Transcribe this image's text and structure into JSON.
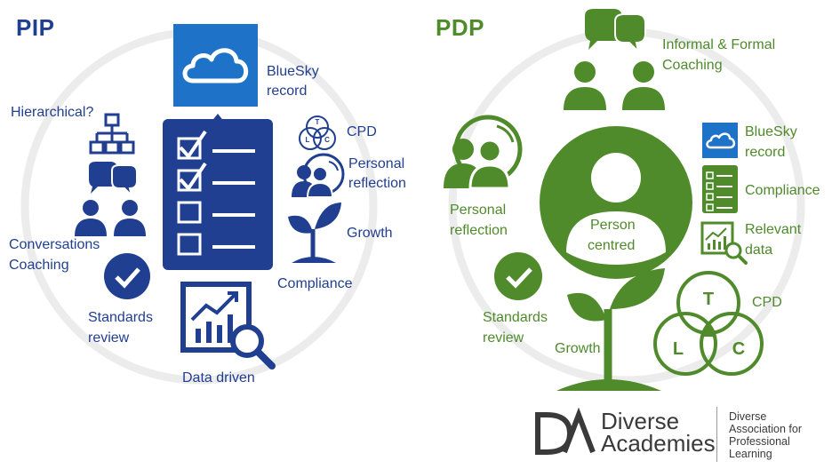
{
  "pip": {
    "title": "PIP",
    "bluesky_line1": "BlueSky",
    "bluesky_line2": "record",
    "hierarchical": "Hierarchical?",
    "cpd": "CPD",
    "cpd_letters": [
      "T",
      "L",
      "C"
    ],
    "personal_line1": "Personal",
    "personal_line2": "reflection",
    "growth": "Growth",
    "conversations_line1": "Conversations",
    "conversations_line2": "Coaching",
    "compliance": "Compliance",
    "standards_line1": "Standards",
    "standards_line2": "review",
    "data_driven": "Data driven"
  },
  "pdp": {
    "title": "PDP",
    "coaching_line1": "Informal & Formal",
    "coaching_line2": "Coaching",
    "bluesky_line1": "BlueSky",
    "bluesky_line2": "record",
    "compliance": "Compliance",
    "relevant_line1": "Relevant",
    "relevant_line2": "data",
    "personal_line1": "Personal",
    "personal_line2": "reflection",
    "person_line1": "Person",
    "person_line2": "centred",
    "standards_line1": "Standards",
    "standards_line2": "review",
    "growth": "Growth",
    "cpd": "CPD",
    "tlc_letters": [
      "T",
      "L",
      "C"
    ]
  },
  "brand": {
    "name_line1": "Diverse",
    "name_line2": "Academies",
    "sub_line1": "Diverse",
    "sub_line2": "Association for",
    "sub_line3": "Professional",
    "sub_line4": "Learning"
  },
  "colors": {
    "pip_primary": "#213f91",
    "bluesky_tile": "#1e73c8",
    "pdp_primary": "#4f8a2b",
    "ring": "#ececec",
    "brand_text": "#3a3a3a"
  },
  "icons": [
    "cloud-icon",
    "hierarchy-icon",
    "chat-bubbles-icon",
    "people-icon",
    "checklist-icon",
    "venn-icon",
    "person-reflection-icon",
    "sprout-icon",
    "check-circle-icon",
    "data-chart-icon",
    "magnifier-icon",
    "person-centred-icon",
    "logo-icon"
  ]
}
